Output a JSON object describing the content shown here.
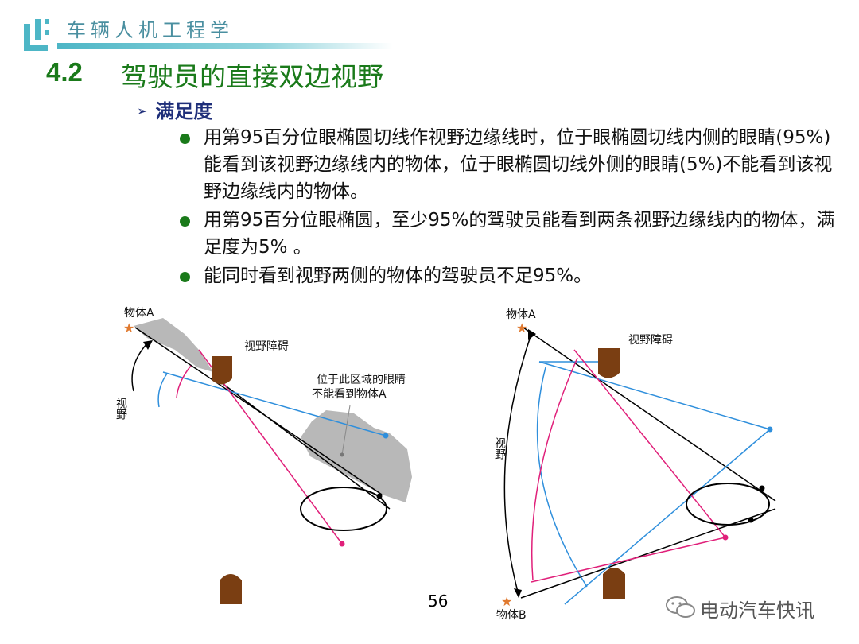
{
  "header": {
    "title": "车辆人机工程学"
  },
  "section": {
    "number": "4.2",
    "title": "驾驶员的直接双边视野"
  },
  "subheading": "满足度",
  "bullets": [
    "用第95百分位眼椭圆切线作视野边缘线时，位于眼椭圆切线内侧的眼睛(95%)能看到该视野边缘线内的物体，位于眼椭圆切线外侧的眼睛(5%)不能看到该视野边缘线内的物体。",
    "用第95百分位眼椭圆，至少95%的驾驶员能看到两条视野边缘线内的物体，满足度为5% 。",
    "能同时看到视野两侧的物体的驾驶员不足95%。"
  ],
  "diagram_left": {
    "object_a": "物体A",
    "obstacle": "视野障碍",
    "field_of_view": "视野",
    "note_line1": "位于此区域的眼睛",
    "note_line2": "不能看到物体A"
  },
  "diagram_right": {
    "object_a": "物体A",
    "object_b": "物体B",
    "obstacle": "视野障碍",
    "field_of_view": "视野"
  },
  "page_number": "56",
  "watermark": "电动汽车快讯",
  "colors": {
    "green": "#1a7a1a",
    "navy": "#1f2f7a",
    "teal": "#4db6c6",
    "pink": "#e0207a",
    "blue": "#2f8fdc",
    "brown": "#7a3e12"
  }
}
